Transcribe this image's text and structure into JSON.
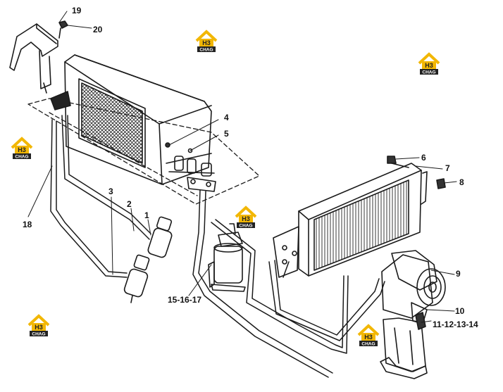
{
  "diagram": {
    "callouts": {
      "c1": "1",
      "c2": "2",
      "c3": "3",
      "c4": "4",
      "c5": "5",
      "c6": "6",
      "c7": "7",
      "c8": "8",
      "c9": "9",
      "c10": "10",
      "c11": "11-12-13-14",
      "c15": "15-16-17",
      "c18": "18",
      "c19": "19",
      "c20": "20"
    },
    "watermark": {
      "top": "H3",
      "bottom": "CHAG",
      "accent": "#f2b705"
    },
    "colors": {
      "line": "#1a1a1a",
      "paper": "#ffffff"
    }
  }
}
